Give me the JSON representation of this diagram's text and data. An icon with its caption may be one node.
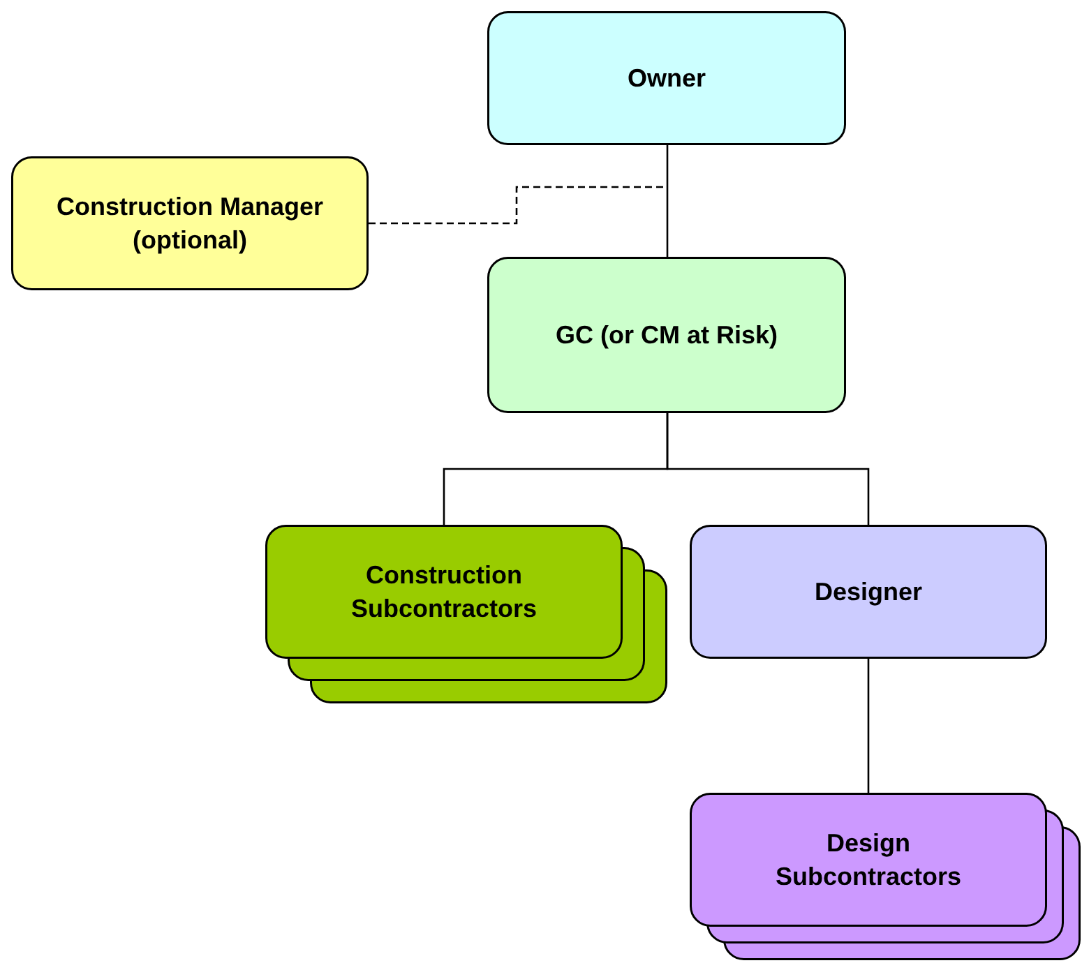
{
  "diagram": {
    "nodes": [
      {
        "text": [
          "Owner"
        ]
      },
      {
        "text": [
          "Construction Manager (optional)"
        ]
      },
      {
        "text": [
          "GC (or CM at Risk)"
        ]
      },
      {
        "text": [
          "Construction Subcontractors"
        ]
      },
      {
        "text": [
          "Designer"
        ]
      },
      {
        "text": [
          "Design Subcontractors"
        ]
      }
    ],
    "edges": [
      {
        "from": 0,
        "to": 2,
        "arrow": "none"
      },
      {
        "from": 1,
        "to": null,
        "arrow": "none",
        "style": "dashed"
      },
      {
        "from": 2,
        "to": 3,
        "arrow": "none"
      },
      {
        "from": 2,
        "to": 4,
        "arrow": "none"
      },
      {
        "from": 4,
        "to": 5,
        "arrow": "none"
      }
    ]
  }
}
